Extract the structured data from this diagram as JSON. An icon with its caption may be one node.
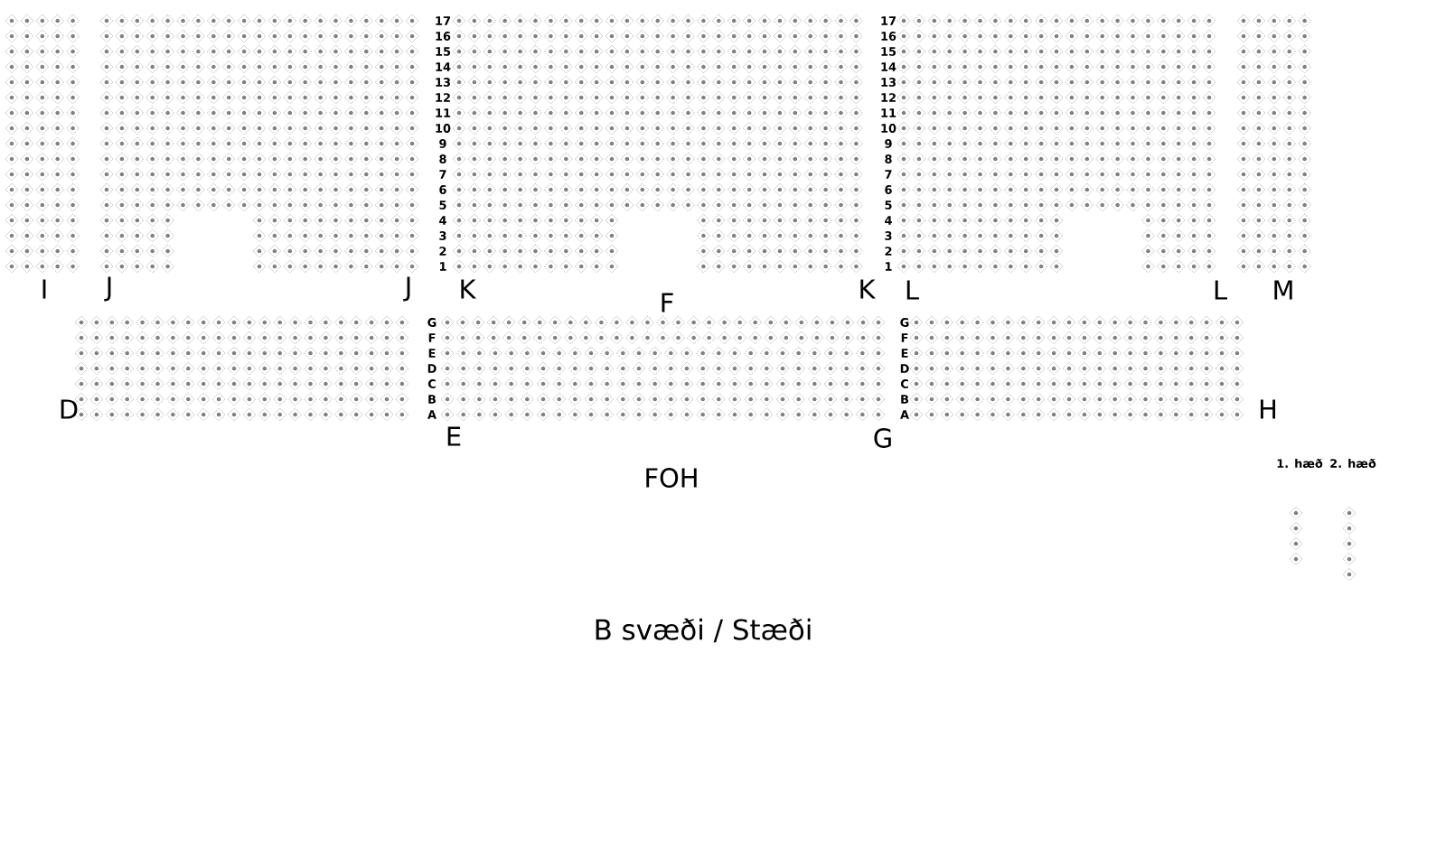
{
  "diagram": {
    "labels": [
      "17",
      "16",
      "15",
      "14",
      "13",
      "12",
      "11",
      "10",
      "9",
      "8",
      "7",
      "6",
      "5",
      "4",
      "3",
      "2",
      "1",
      "17",
      "16",
      "15",
      "14",
      "13",
      "12",
      "11",
      "10",
      "9",
      "8",
      "7",
      "6",
      "5",
      "4",
      "3",
      "2",
      "1",
      "I",
      "J",
      "J",
      "K",
      "F",
      "K",
      "L",
      "L",
      "M",
      "G",
      "F",
      "E",
      "D",
      "C",
      "B",
      "A",
      "G",
      "F",
      "E",
      "D",
      "C",
      "B",
      "A",
      "D",
      "E",
      "G",
      "H",
      "FOH",
      "1. hæð",
      "2. hæð",
      "B svæði / Stæði"
    ]
  }
}
